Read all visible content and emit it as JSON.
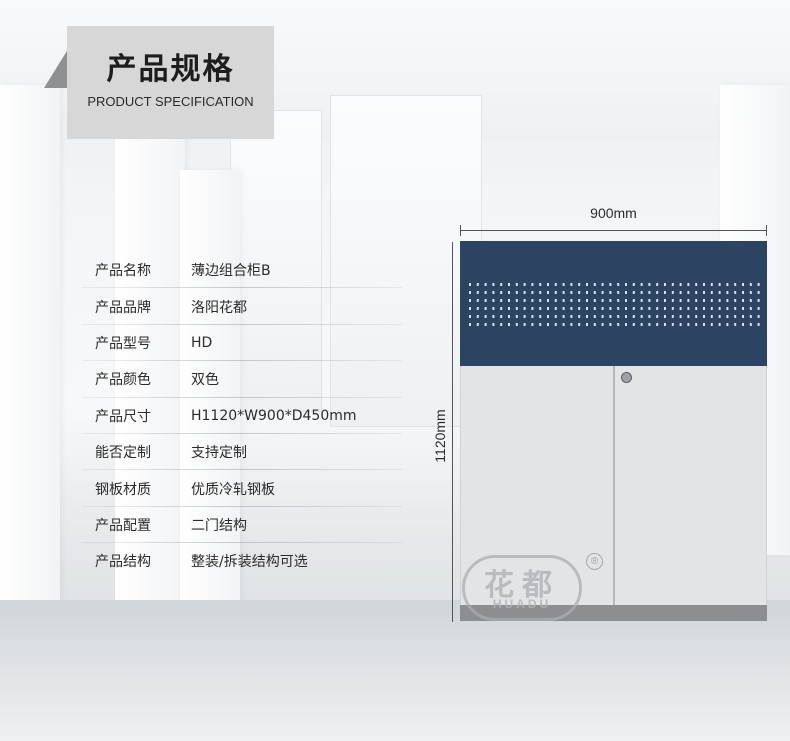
{
  "header": {
    "title": "产品规格",
    "subtitle": "PRODUCT SPECIFICATION"
  },
  "specs": [
    {
      "key": "产品名称",
      "value": "薄边组合柜B"
    },
    {
      "key": "产品品牌",
      "value": "洛阳花都"
    },
    {
      "key": "产品型号",
      "value": "HD"
    },
    {
      "key": "产品颜色",
      "value": "双色"
    },
    {
      "key": "产品尺寸",
      "value": "H1120*W900*D450mm"
    },
    {
      "key": "能否定制",
      "value": "支持定制"
    },
    {
      "key": "钢板材质",
      "value": "优质冷轧钢板"
    },
    {
      "key": "产品配置",
      "value": "二门结构"
    },
    {
      "key": "产品结构",
      "value": "整装/拆装结构可选"
    }
  ],
  "dimensions": {
    "width": "900mm",
    "height": "1120mm"
  },
  "logo": {
    "cn": "花都",
    "en": "HUADU",
    "reg": "®"
  },
  "colors": {
    "cabinet_top": "#2c4361",
    "cabinet_body": "#e3e4e6",
    "badge": "#d7d7d7"
  }
}
